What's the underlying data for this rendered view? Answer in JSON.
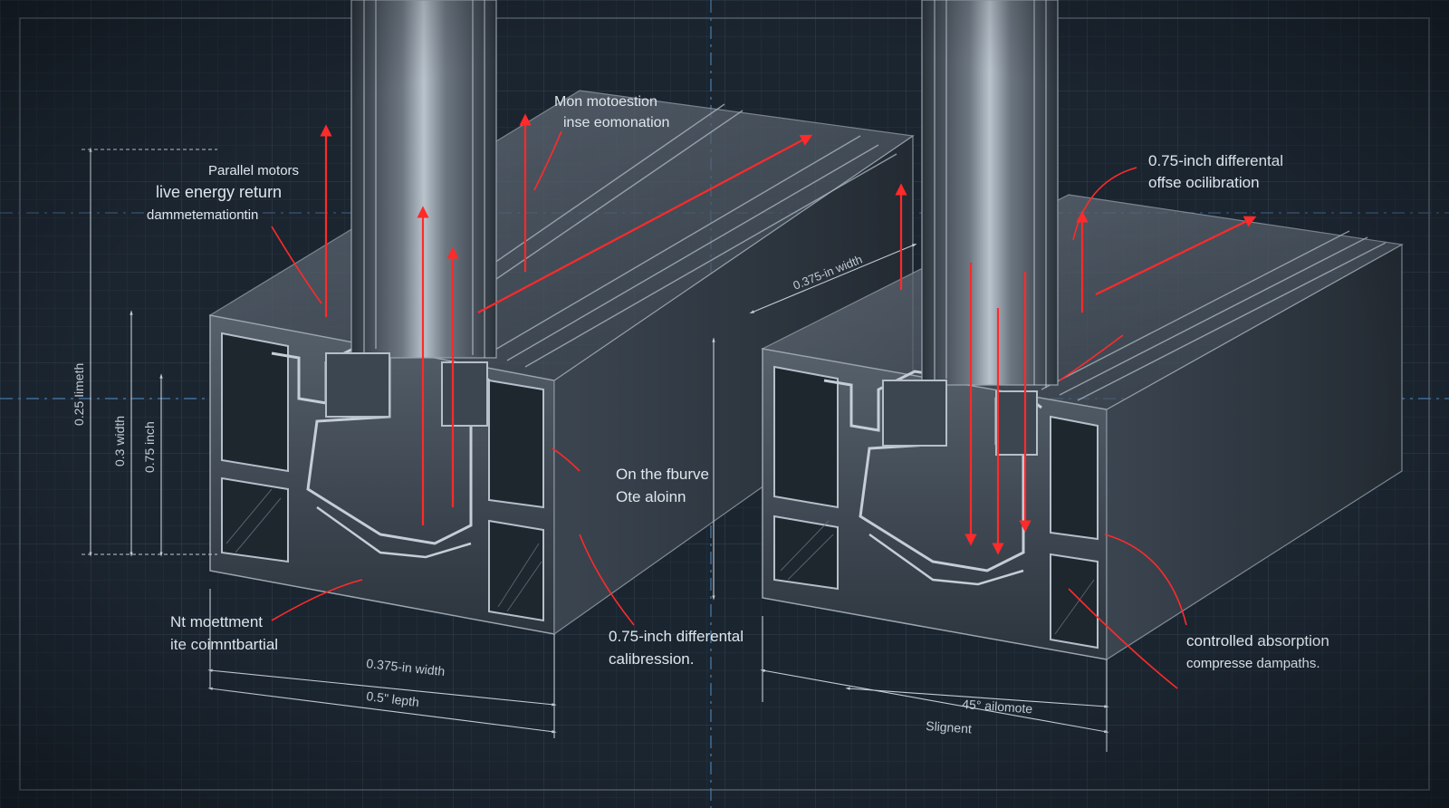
{
  "colors": {
    "background": "#1b2530",
    "grid": "#2c3a48",
    "centerline": "#4a7fb0",
    "metal_dark": "#2a323b",
    "metal_mid": "#4b5560",
    "metal_light": "#8d98a3",
    "arrow": "#ff2a2a",
    "text": "#dfe6ec"
  },
  "left_profile": {
    "callouts": [
      {
        "line1": "Parallel motors",
        "line2": "live energy return",
        "line3": "dammetemationtin"
      },
      {
        "line1": "Mon motoestion",
        "line2": "inse eomonation"
      },
      {
        "line1": "On the fburve",
        "line2": "Ote aloinn"
      },
      {
        "line1": "0.75-inch differental",
        "line2": "calibression."
      },
      {
        "line1": "Nt moettment",
        "line2": "ite coimntbartial"
      }
    ],
    "dimensions": {
      "outer_height": "0.25 Iimeth",
      "mid_height": "0.3 width",
      "inner_height": "0.75 inch",
      "width": "0.375-in width",
      "depth": "0.5\" lepth"
    }
  },
  "right_profile": {
    "callouts": [
      {
        "line1": "0.75-inch differental",
        "line2": "offse ocilibration"
      },
      {
        "line1": "controlled absorption",
        "line2": "compresse dampaths."
      }
    ],
    "dimensions": {
      "top_width": "0.375-in width",
      "angle": "45° ailomote",
      "base": "Slignent"
    }
  }
}
